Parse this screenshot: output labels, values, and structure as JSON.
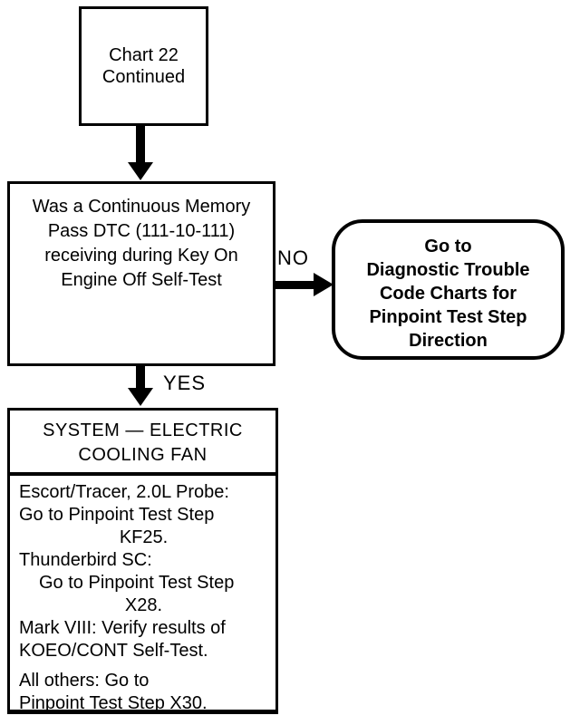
{
  "diagram": {
    "colors": {
      "ink": "#000000",
      "background": "#ffffff"
    },
    "start_box": {
      "lines": [
        "Chart 22",
        "Continued"
      ]
    },
    "decision_box": {
      "lines": [
        "Was a Continuous Memory",
        "Pass DTC (111-10-111)",
        "receiving during Key On",
        "Engine Off Self-Test"
      ]
    },
    "no_branch": {
      "label": "NO"
    },
    "yes_branch": {
      "label": "YES"
    },
    "no_result_box": {
      "lines": [
        "Go to",
        "Diagnostic Trouble",
        "Code Charts for",
        "Pinpoint Test Step",
        "Direction"
      ]
    },
    "system_box": {
      "header_lines": [
        "SYSTEM — ELECTRIC",
        "COOLING FAN"
      ],
      "body_lines": [
        "Escort/Tracer, 2.0L Probe:",
        "Go to Pinpoint Test Step",
        "KF25.",
        "Thunderbird SC:",
        "Go to Pinpoint Test Step",
        "X28.",
        "Mark VIII: Verify results of",
        "KOEO/CONT Self-Test.",
        "All others: Go to",
        "Pinpoint Test Step X30."
      ]
    }
  }
}
